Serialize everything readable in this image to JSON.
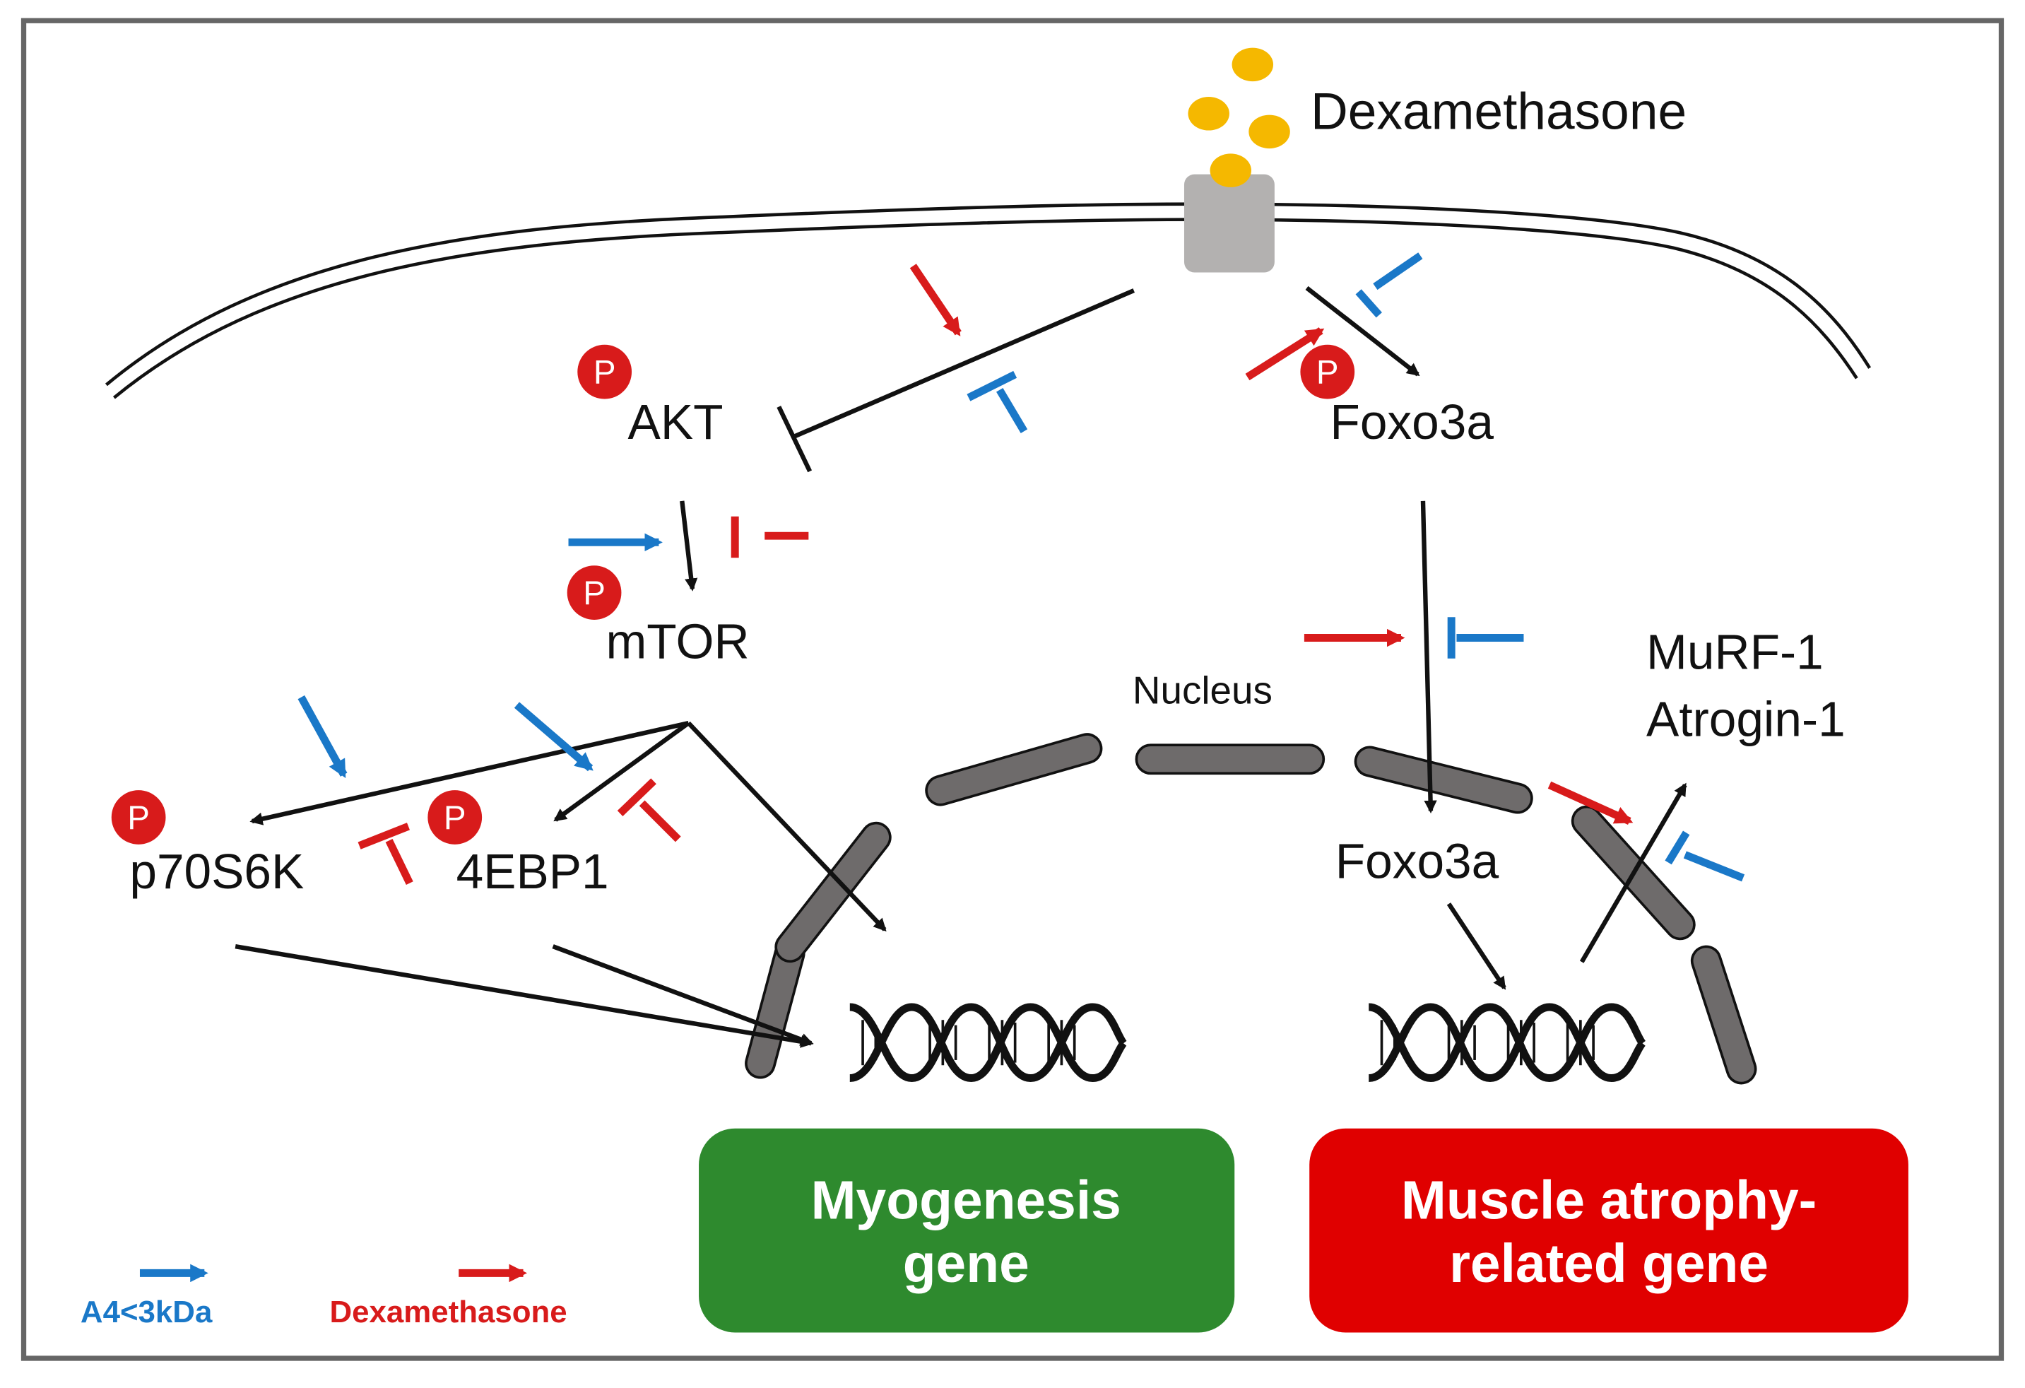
{
  "labels": {
    "ligand": "Dexamethasone",
    "akt": "AKT",
    "mtor": "mTOR",
    "p70s6k": "p70S6K",
    "ebp1": "4EBP1",
    "foxo3a_cyto": "Foxo3a",
    "foxo3a_nuc": "Foxo3a",
    "nucleus": "Nucleus",
    "murf1": "MuRF-1",
    "atrogin1": "Atrogin-1",
    "phospho": "P"
  },
  "boxes": {
    "myogenesis_line1": "Myogenesis",
    "myogenesis_line2": "gene",
    "atrophy_line1": "Muscle atrophy-",
    "atrophy_line2": "related gene"
  },
  "legend": {
    "a4_label": "A4<3kDa",
    "dex_label": "Dexamethasone"
  },
  "colors": {
    "blue": "#1a78c8",
    "red": "#d81b1b",
    "green_box": "#2e8a2e",
    "red_box": "#e00000",
    "ligand": "#f5b800",
    "receptor": "#b3b1b0",
    "nuclear_membrane": "#6e6b6b",
    "border": "#666666"
  },
  "icons": {
    "receptor": "receptor-icon",
    "ligand": "ligand-dots-icon",
    "dna": "dna-helix-icon",
    "phospho": "phospho-badge-icon"
  }
}
